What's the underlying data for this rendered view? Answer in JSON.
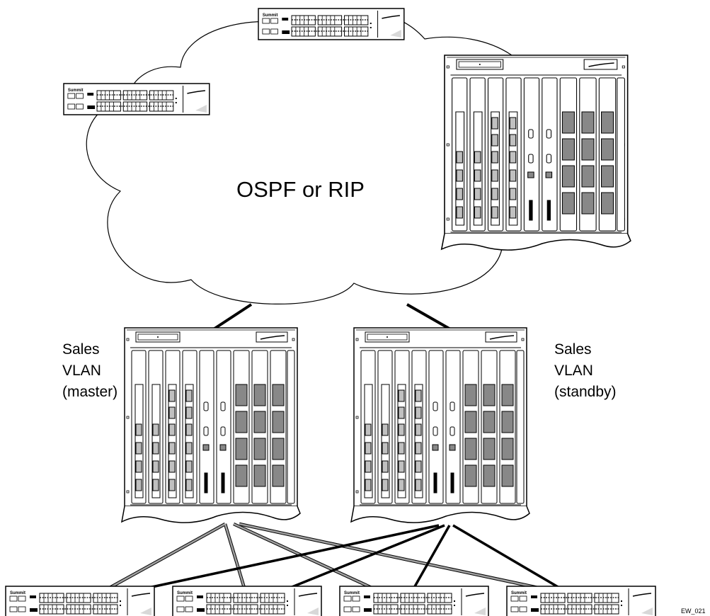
{
  "diagram": {
    "cloud_label": "OSPF or RIP",
    "master_label": [
      "Sales",
      "VLAN",
      "(master)"
    ],
    "standby_label": [
      "Sales",
      "VLAN",
      "(standby)"
    ],
    "figure_id": "EW_021",
    "summit_brand": "Summit",
    "devices": {
      "core_summits": 2,
      "core_chassis": 1,
      "vlan_chassis": 2,
      "edge_summits": 4
    },
    "links": {
      "uplinks": [
        "master-to-cloud",
        "standby-to-cloud"
      ],
      "master_to_edge": [
        "edge-1",
        "edge-2",
        "edge-3",
        "edge-4"
      ],
      "standby_to_edge": [
        "edge-1",
        "edge-2",
        "edge-3",
        "edge-4"
      ],
      "colors": {
        "master_link": "#a0a0a0",
        "standby_link": "#000000"
      }
    }
  }
}
